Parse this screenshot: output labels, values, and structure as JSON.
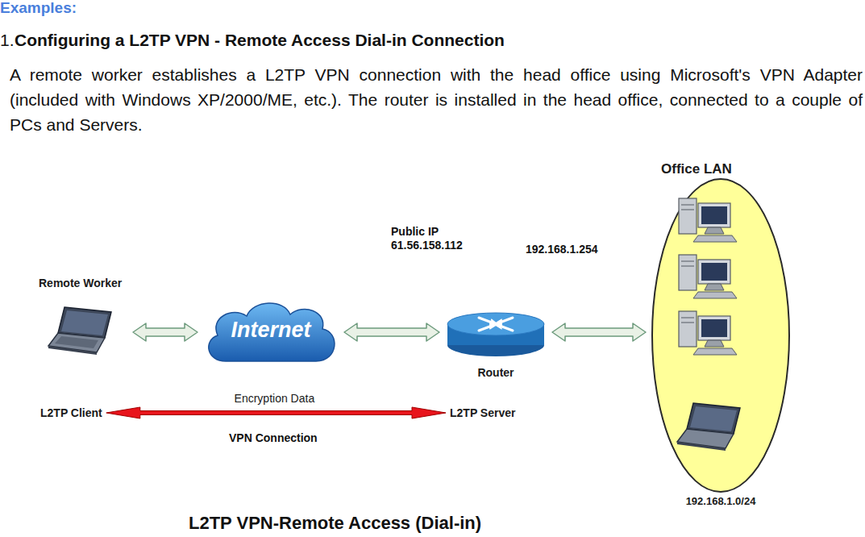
{
  "diagram": {
    "title": "Examples:",
    "caption": "L2TP VPN-Remote Access (Dial-in)",
    "nodes": [
      {
        "text": [
          "Remote Worker"
        ]
      },
      {
        "text": [
          "Internet"
        ]
      },
      {
        "text": [
          "Router"
        ]
      },
      {
        "text": [
          "Office LAN",
          "192.168.1.0/24"
        ]
      },
      {
        "text": [
          "L2TP Client"
        ]
      },
      {
        "text": [
          "L2TP Server"
        ]
      }
    ],
    "edges": [
      {
        "from": 0,
        "to": 1,
        "arrow": "both"
      },
      {
        "from": 1,
        "to": 2,
        "arrow": "both"
      },
      {
        "from": 2,
        "to": 3,
        "arrow": "both"
      },
      {
        "from": 4,
        "to": 5,
        "label": "Encryption Data",
        "arrow": "both"
      }
    ],
    "labels": [
      "1.",
      "Configuring a L2TP VPN - Remote Access Dial-in Connection",
      "A remote worker establishes a L2TP VPN connection with the head office using Microsoft's VPN Adapter (included with Windows XP/2000/ME, etc.). The router is installed in the head office, connected to a couple of PCs and Servers.",
      "Public IP 61.56.158.112",
      "192.168.1.254",
      "VPN Connection"
    ]
  }
}
